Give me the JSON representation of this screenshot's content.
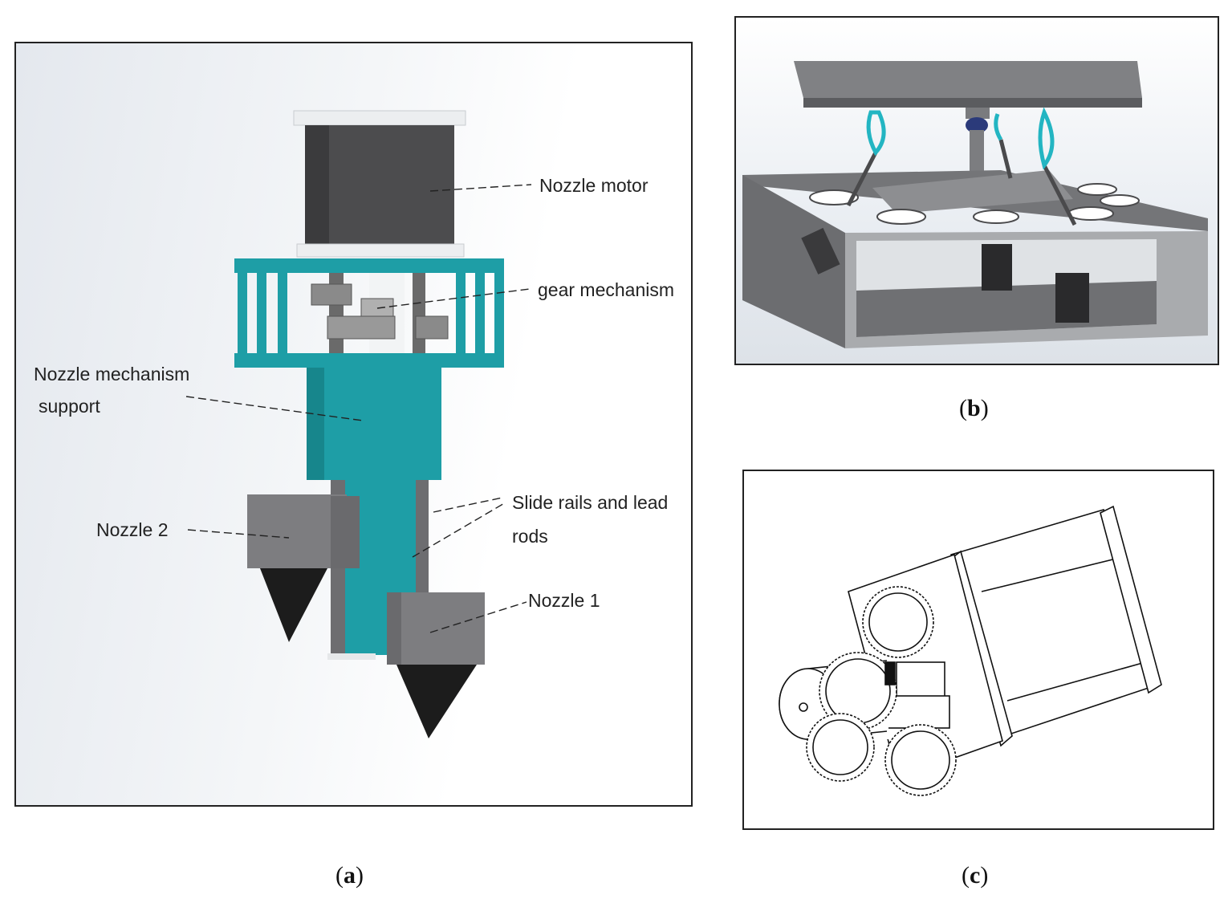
{
  "panel_a": {
    "caption": "a",
    "labels": {
      "nozzle_motor": "Nozzle motor",
      "gear_mechanism": "gear mechanism",
      "support_line1": "Nozzle mechanism",
      "support_line2": "support",
      "slide_line1": "Slide rails and lead",
      "slide_line2": "rods",
      "nozzle_2": "Nozzle 2",
      "nozzle_1": "Nozzle 1"
    }
  },
  "panel_b": {
    "caption": "b"
  },
  "panel_c": {
    "caption": "c"
  },
  "colors": {
    "motor": "#4a4a4c",
    "teal": "#1e9ea6",
    "nozzle_body": "#7d7d80",
    "nozzle_tip": "#1c1c1c",
    "frame_gray": "#6f7073"
  }
}
